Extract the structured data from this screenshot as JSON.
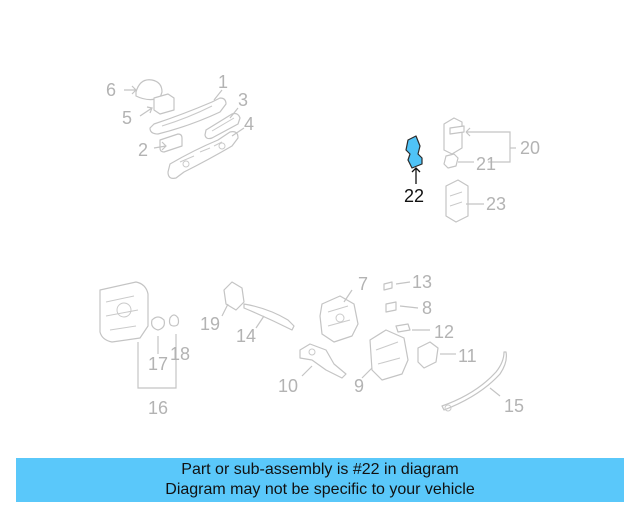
{
  "callouts": {
    "c1": "1",
    "c2": "2",
    "c3": "3",
    "c4": "4",
    "c5": "5",
    "c6": "6",
    "c7": "7",
    "c8": "8",
    "c9": "9",
    "c10": "10",
    "c11": "11",
    "c12": "12",
    "c13": "13",
    "c14": "14",
    "c15": "15",
    "c16": "16",
    "c17": "17",
    "c18": "18",
    "c19": "19",
    "c20": "20",
    "c21": "21",
    "c22": "22",
    "c23": "23"
  },
  "highlight": {
    "part": "22",
    "color": "#4fc3f7"
  },
  "banner": {
    "line1": "Part or sub-assembly is #22 in diagram",
    "line2": "Diagram may not be specific to your vehicle",
    "color": "#5ac8fa"
  }
}
